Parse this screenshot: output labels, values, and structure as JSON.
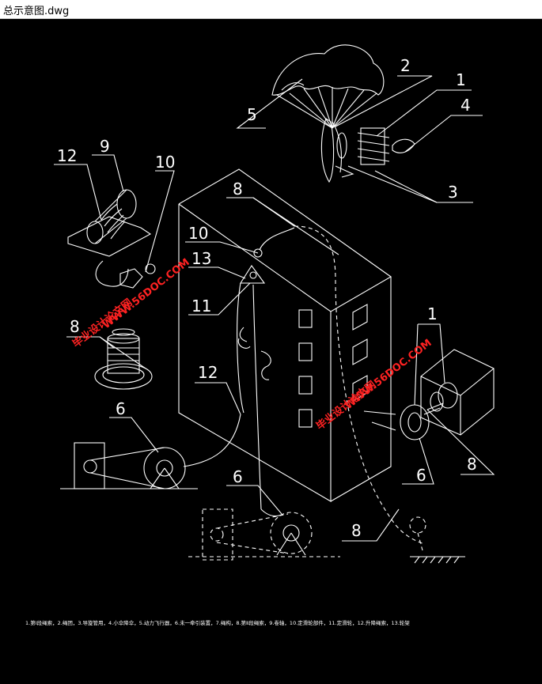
{
  "window": {
    "title": "总示意图.dwg"
  },
  "colors": {
    "background": "#000000",
    "lines": "#ffffff",
    "watermark": "#ff2222",
    "titlebar": "#ffffff"
  },
  "labels": {
    "n1_top": "1",
    "n2_top": "2",
    "n3_top": "3",
    "n4_top": "4",
    "n5_top": "5",
    "n8_top": "8",
    "n9": "9",
    "n10_left": "10",
    "n12_left": "12",
    "n10_mid": "10",
    "n13_mid": "13",
    "n11_mid": "11",
    "n8_left": "8",
    "n12_mid": "12",
    "n6_left": "6",
    "n6_bottom": "6",
    "n1_right": "1",
    "n8_right": "8",
    "n6_right": "6",
    "n8_bottom": "8"
  },
  "watermarks": {
    "wm1_cn": "毕业设计论文网",
    "wm1_url": "WWW.56DOC.COM",
    "wm2_cn": "毕业设计论文网",
    "wm2_url": "WWW.56DOC.COM"
  },
  "legend": "1.第Ⅰ段绳索，2.绳团，3.导旋管用，4.小伞降伞，5.动力飞行器，6.未一牵引装置，7.绳构，8.第Ⅱ段绳索，9.卷轴，10.定滑轮部件，11.定滑轮，12.升降绳索，13.轮架"
}
